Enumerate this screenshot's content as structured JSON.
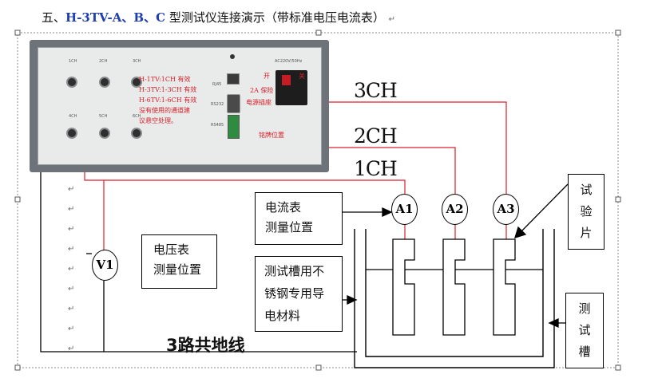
{
  "heading": {
    "prefix": "五、",
    "model": "H-3TV-A、B、C",
    "suffix": " 型测试仪连接演示（带标准电压电流表）"
  },
  "device": {
    "channels": [
      "1CH",
      "2CH",
      "3CH",
      "4CH",
      "5CH",
      "6CH"
    ],
    "notes": [
      "H-1TV:1CH 有效",
      "H-3TV:1-3CH 有效",
      "H-6TV:1-6CH 有效",
      "没有使用的通道建",
      "议悬空处理。"
    ],
    "ports": [
      "RJ45",
      "RS232",
      "RS485"
    ],
    "power_label": "AC220V/50Hz",
    "switch_on": "开",
    "switch_off": "关",
    "fuse": "2A 保险",
    "power_socket": "电源插座",
    "nameplate": "铭牌位置"
  },
  "channel_labels": [
    "3CH",
    "2CH",
    "1CH"
  ],
  "ammeters": [
    "A1",
    "A2",
    "A3"
  ],
  "voltmeter": "V1",
  "callouts": {
    "ammeter": [
      "电流表",
      "测量位置"
    ],
    "voltmeter": [
      "电压表",
      "测量位置"
    ],
    "tank_material": [
      "测试槽用不",
      "锈钢专用导",
      "电材料"
    ],
    "test_piece": [
      "试",
      "验",
      "片"
    ],
    "test_tank": [
      "测",
      "试",
      "槽"
    ]
  },
  "ground_label": "3路共地线",
  "colors": {
    "wire": "#d8202a",
    "ink": "#000000",
    "model_blue": "#1f3fb0"
  }
}
